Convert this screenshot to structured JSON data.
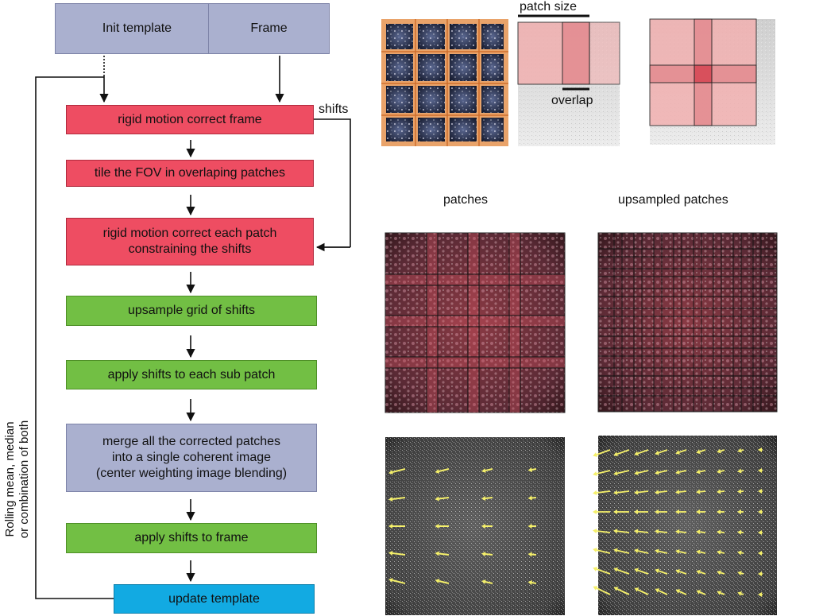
{
  "flow": {
    "init_template": "Init template",
    "frame": "Frame",
    "rigid_frame": "rigid motion correct frame",
    "shifts": "shifts",
    "tile": "tile the FOV in overlaping patches",
    "rigid_patch_1": "rigid motion correct each patch",
    "rigid_patch_2": "constraining the  shifts",
    "upsample": "upsample grid of shifts",
    "apply_sub": "apply shifts to each sub patch",
    "merge_1": "merge all the corrected patches",
    "merge_2": "into a single coherent image",
    "merge_3": "(center weighting image blending)",
    "apply_frame": "apply shifts to frame",
    "update": "update template",
    "side_1": "Rolling mean, median",
    "side_2": "or combination of both"
  },
  "figures": {
    "patch_size": "patch size",
    "overlap": "overlap",
    "patches": "patches",
    "upsampled_patches": "upsampled patches"
  },
  "colors": {
    "purple": "#aab0cf",
    "red": "#ee4d62",
    "green": "#72bf44",
    "blue": "#12aae2",
    "arrow_yellow": "#f5f06a"
  }
}
